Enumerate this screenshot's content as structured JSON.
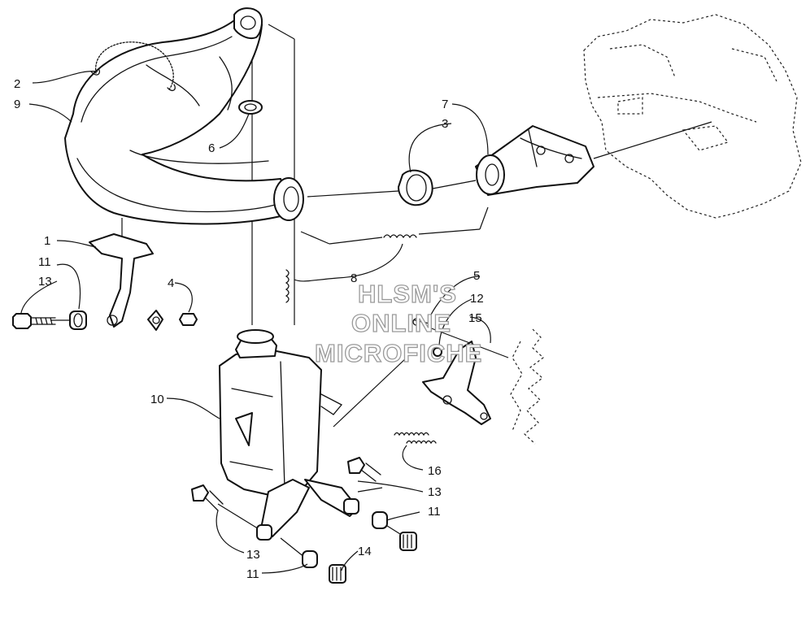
{
  "callouts": {
    "c1": "1",
    "c2": "2",
    "c3": "3",
    "c4": "4",
    "c5": "5",
    "c6": "6",
    "c7": "7",
    "c8": "8",
    "c9": "9",
    "c10": "10",
    "c11a": "11",
    "c11b": "11",
    "c11c": "11",
    "c12": "12",
    "c13a": "13",
    "c13b": "13",
    "c13c": "13",
    "c14": "14",
    "c15": "15",
    "c16": "16"
  },
  "watermark": {
    "line1": "HLSM'S",
    "line2": "ONLINE",
    "line3": "MICROFICHE"
  }
}
